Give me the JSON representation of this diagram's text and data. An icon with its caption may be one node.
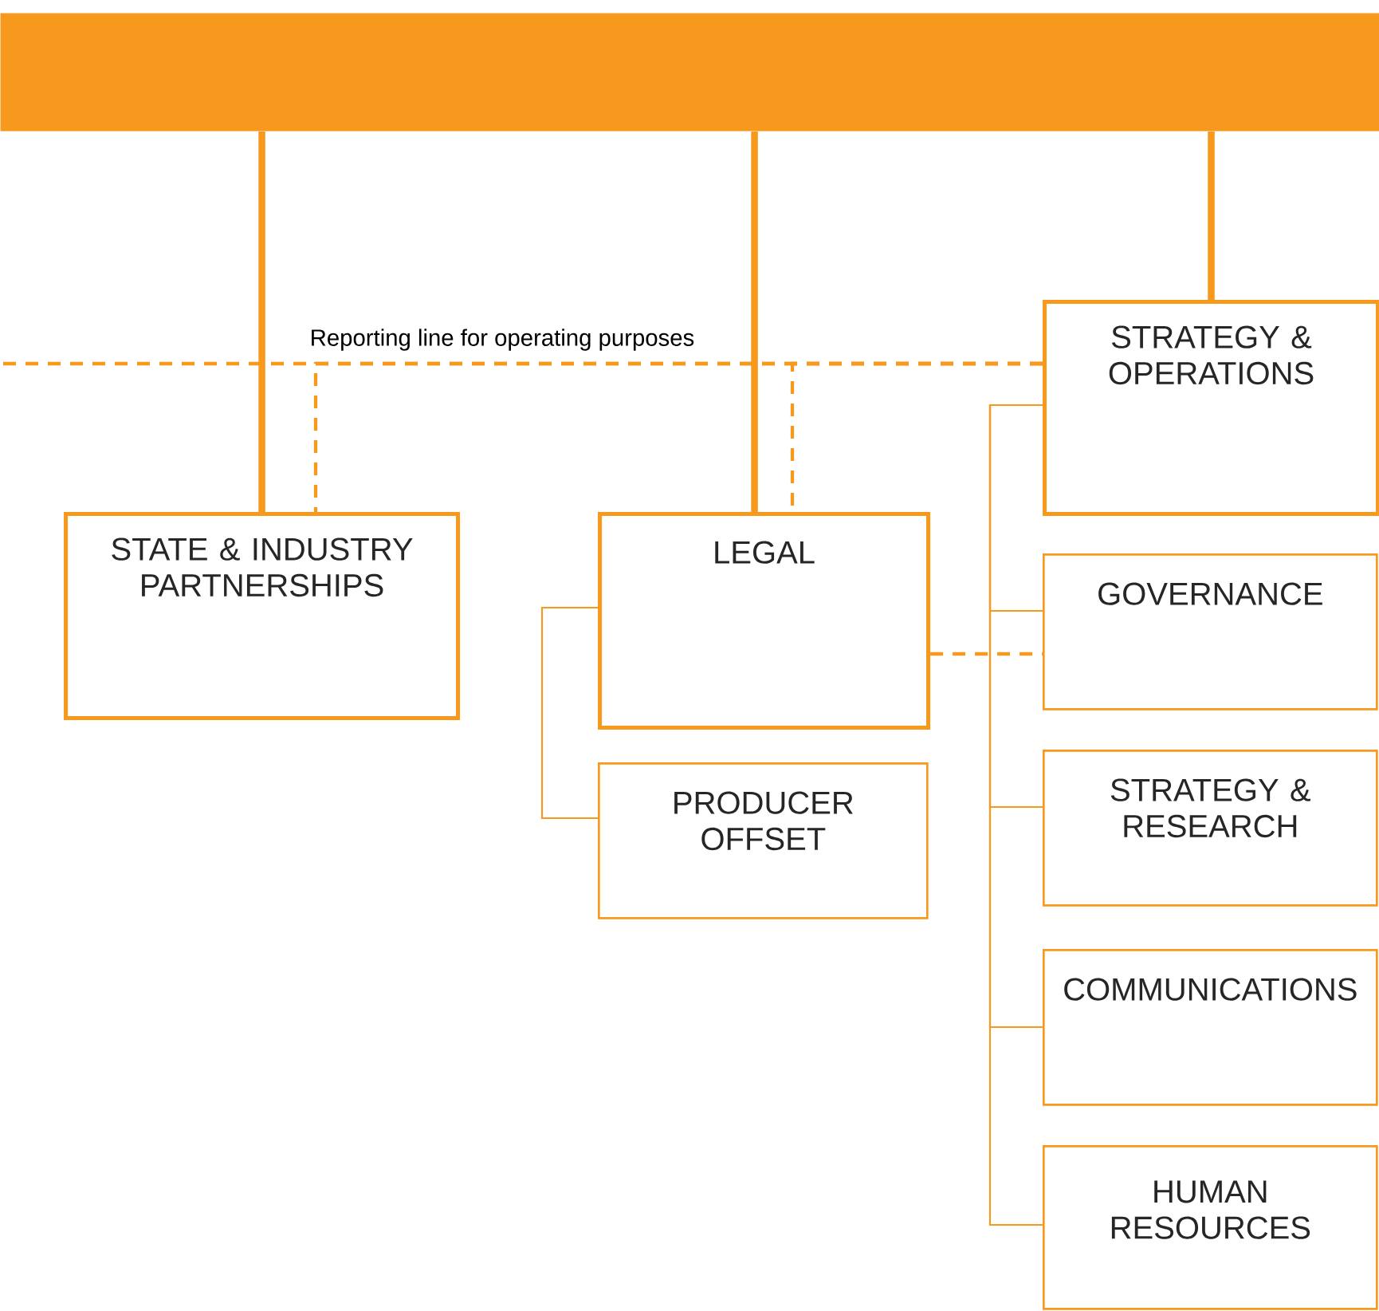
{
  "diagram": {
    "nodes": [
      {
        "text": [],
        "shape": "bar"
      },
      {
        "text": [
          "STATE & INDUSTRY PARTNERSHIPS"
        ]
      },
      {
        "text": [
          "LEGAL"
        ]
      },
      {
        "text": [
          "PRODUCER OFFSET"
        ]
      },
      {
        "text": [
          "STRATEGY & OPERATIONS"
        ]
      },
      {
        "text": [
          "GOVERNANCE"
        ]
      },
      {
        "text": [
          "STRATEGY & RESEARCH"
        ]
      },
      {
        "text": [
          "COMMUNICATIONS"
        ]
      },
      {
        "text": [
          "HUMAN RESOURCES"
        ]
      }
    ],
    "edges": [
      {
        "from": 0,
        "to": 1,
        "arrow": "none",
        "style": "thick"
      },
      {
        "from": 0,
        "to": 2,
        "arrow": "none",
        "style": "thick"
      },
      {
        "from": 0,
        "to": 4,
        "arrow": "none",
        "style": "thick"
      },
      {
        "from": null,
        "to": 4,
        "arrow": "none",
        "style": "dashed"
      },
      {
        "from": 4,
        "to": 1,
        "arrow": "none",
        "style": "dashed",
        "label": "Reporting line for operating purposes"
      },
      {
        "from": 4,
        "to": 2,
        "arrow": "none",
        "style": "dashed"
      },
      {
        "from": 2,
        "to": 3,
        "arrow": "none"
      },
      {
        "from": 2,
        "to": 5,
        "arrow": "none",
        "style": "dashed"
      },
      {
        "from": 4,
        "to": 5,
        "arrow": "none"
      },
      {
        "from": 4,
        "to": 6,
        "arrow": "none"
      },
      {
        "from": 4,
        "to": 7,
        "arrow": "none"
      },
      {
        "from": 4,
        "to": 8,
        "arrow": "none"
      }
    ]
  }
}
